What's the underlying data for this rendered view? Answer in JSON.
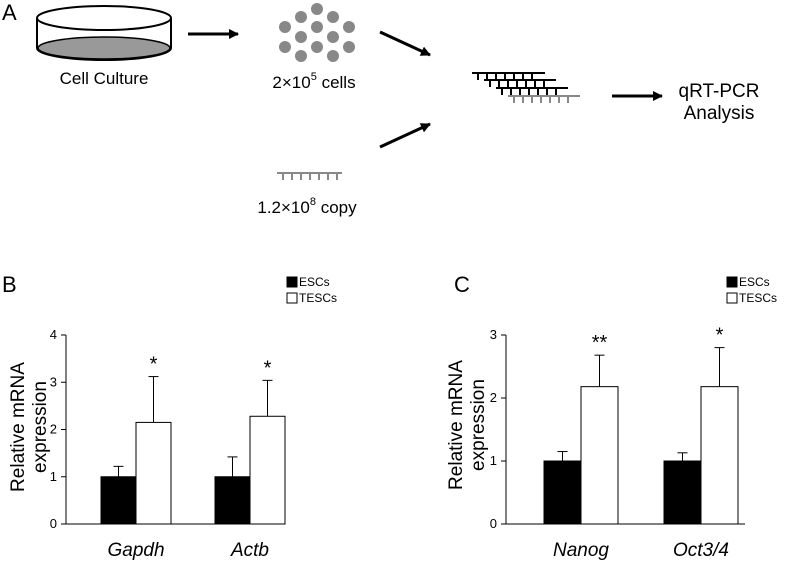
{
  "panels": {
    "a": "A",
    "b": "B",
    "c": "C"
  },
  "schematic": {
    "cell_culture_label": "Cell Culture",
    "cells_label_base": "2×10",
    "cells_label_exp": "5",
    "cells_label_suffix": " cells",
    "copy_label_base": "1.2×10",
    "copy_label_exp": "8",
    "copy_label_suffix": " copy",
    "analysis_line1": "qRT-PCR",
    "analysis_line2": "Analysis"
  },
  "chart_data": [
    {
      "type": "bar",
      "panel": "B",
      "categories": [
        "Gapdh",
        "Actb"
      ],
      "series": [
        {
          "name": "ESCs",
          "color": "#000000",
          "values": [
            1.0,
            1.0
          ],
          "errors": [
            0.22,
            0.42
          ]
        },
        {
          "name": "TESCs",
          "color": "#ffffff",
          "values": [
            2.15,
            2.28
          ],
          "errors": [
            0.97,
            0.76
          ]
        }
      ],
      "significance": [
        "*",
        "*"
      ],
      "ylabel_line1": "Relative mRNA",
      "ylabel_line2": "expression",
      "ylim": [
        0,
        4
      ],
      "yticks": [
        "0",
        "1",
        "2",
        "3",
        "4"
      ],
      "legend_position": "top-right",
      "grid": false
    },
    {
      "type": "bar",
      "panel": "C",
      "categories": [
        "Nanog",
        "Oct3/4"
      ],
      "series": [
        {
          "name": "ESCs",
          "color": "#000000",
          "values": [
            1.0,
            1.0
          ],
          "errors": [
            0.15,
            0.13
          ]
        },
        {
          "name": "TESCs",
          "color": "#ffffff",
          "values": [
            2.18,
            2.18
          ],
          "errors": [
            0.5,
            0.62
          ]
        }
      ],
      "significance": [
        "**",
        "*"
      ],
      "ylabel_line1": "Relative mRNA",
      "ylabel_line2": "expression",
      "ylim": [
        0,
        3
      ],
      "yticks": [
        "0",
        "1",
        "2",
        "3"
      ],
      "legend_position": "top-right",
      "grid": false
    }
  ]
}
